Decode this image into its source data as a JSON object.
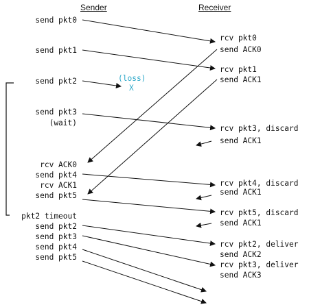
{
  "headers": {
    "sender": "Sender",
    "receiver": "Receiver"
  },
  "sender_events": [
    "send pkt0",
    "send pkt1",
    "send pkt2",
    "send pkt3",
    "(wait)",
    "rcv ACK0",
    "send pkt4",
    "rcv ACK1",
    "send pkt5",
    "pkt2 timeout",
    "send pkt2",
    "send pkt3",
    "send pkt4",
    "send pkt5"
  ],
  "receiver_events": [
    "rcv pkt0",
    "send ACK0",
    "rcv pkt1",
    "send ACK1",
    "rcv pkt3, discard",
    "send ACK1",
    "rcv pkt4, discard",
    "send ACK1",
    "rcv pkt5, discard",
    "send ACK1",
    "rcv pkt2, deliver",
    "send ACK2",
    "rcv pkt3, deliver",
    "send ACK3"
  ],
  "loss": {
    "label": "(loss)",
    "marker": "X",
    "color": "#2aa7c8"
  },
  "arrow_color": "#111111"
}
